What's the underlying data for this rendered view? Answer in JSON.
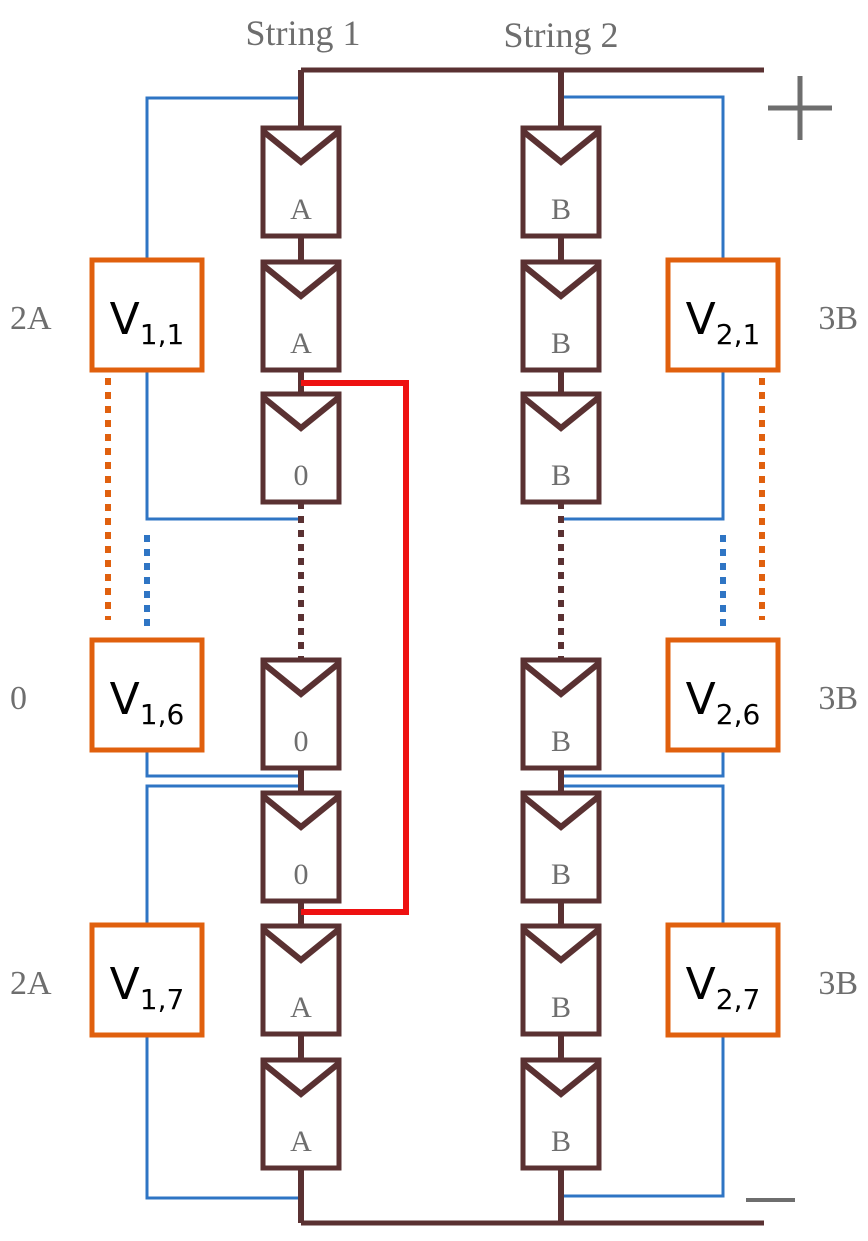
{
  "colors": {
    "module": "#5a3132",
    "voltmeter": "#e0600e",
    "wire": "#2f75c4",
    "short": "#ee1111",
    "text": "#6e6e6e",
    "meter_text": "#000000"
  },
  "strings": [
    {
      "title": "String 1",
      "modules_top": [
        "A",
        "A",
        "0"
      ],
      "modules_bottom": [
        "0",
        "0",
        "A",
        "A"
      ]
    },
    {
      "title": "String 2",
      "modules_top": [
        "B",
        "B",
        "B"
      ],
      "modules_bottom": [
        "B",
        "B",
        "B",
        "B"
      ]
    }
  ],
  "voltmeters": {
    "string1": [
      {
        "main": "V",
        "index": "1,1",
        "reading": "2A"
      },
      {
        "main": "V",
        "index": "1,6",
        "reading": "0"
      },
      {
        "main": "V",
        "index": "1,7",
        "reading": "2A"
      }
    ],
    "string2": [
      {
        "main": "V",
        "index": "2,1",
        "reading": "3B"
      },
      {
        "main": "V",
        "index": "2,6",
        "reading": "3B"
      },
      {
        "main": "V",
        "index": "2,7",
        "reading": "3B"
      }
    ]
  },
  "terminals": {
    "positive": "+",
    "negative": "—"
  }
}
